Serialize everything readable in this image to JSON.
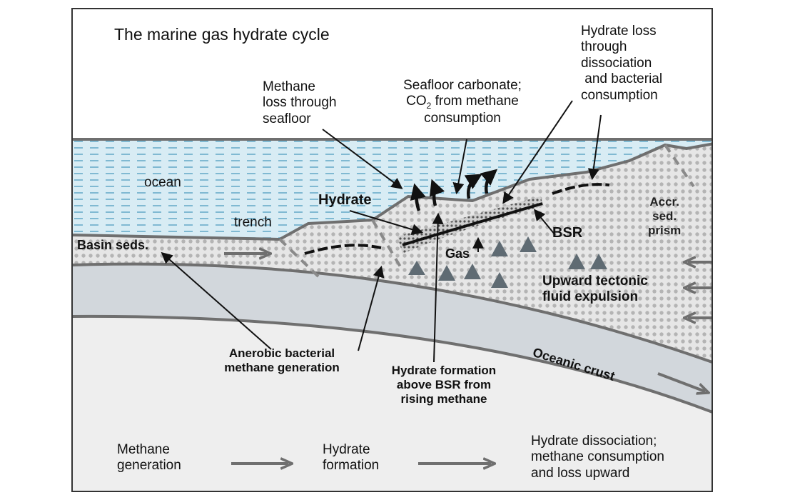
{
  "title": "The marine gas hydrate cycle",
  "labels": {
    "ocean": "ocean",
    "trench": "trench",
    "basin_seds": "Basin seds.",
    "hydrate": "Hydrate",
    "gas": "Gas",
    "bsr": "BSR",
    "accr_line1": "Accr.",
    "accr_line2": "sed.",
    "accr_line3": "prism",
    "upward_line1": "Upward tectonic",
    "upward_line2": "fluid expulsion",
    "oceanic_crust": "Oceanic crust"
  },
  "callouts": {
    "methane_loss": [
      "Methane",
      "loss through",
      "seafloor"
    ],
    "carbonate_line1": "Seafloor carbonate;",
    "carbonate_co2": "CO",
    "carbonate_sub": "2",
    "carbonate_rest": " from methane",
    "carbonate_line3": "consumption",
    "hydrate_loss": [
      "Hydrate loss",
      "through",
      "dissociation",
      " and bacterial",
      "consumption"
    ],
    "anerobic": [
      "Anerobic bacterial",
      "methane generation"
    ],
    "formation": [
      "Hydrate formation",
      "above BSR from",
      "rising methane"
    ]
  },
  "sequence": {
    "step1": [
      "Methane",
      "generation"
    ],
    "step2": [
      "Hydrate",
      "formation"
    ],
    "step3": [
      "Hydrate dissociation;",
      "methane consumption",
      "and loss upward"
    ]
  },
  "colors": {
    "ocean_fill": "#d8ecf4",
    "ocean_dash": "#5aa3c4",
    "sediment_fill": "#e6e6e6",
    "dots": "#b4b4b4",
    "crust_fill": "#d2d7dc",
    "lower_fill": "#eeeeee",
    "line_gray": "#6f6f6f",
    "arrow_gray": "#5f6b73",
    "black": "#111111"
  }
}
